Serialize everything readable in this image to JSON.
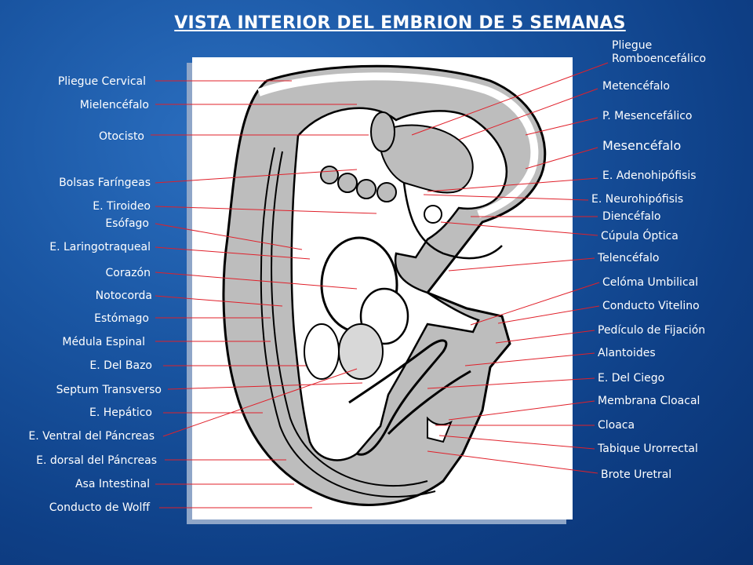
{
  "title": "VISTA INTERIOR DEL EMBRION DE 5 SEMANAS",
  "colors": {
    "background": "#1a56a3",
    "leader_line": "#e0202a",
    "text": "#ffffff",
    "tissue": "#b9b9b9",
    "outline": "#000000"
  },
  "left_labels": [
    "Pliegue Cervical",
    "Mielencéfalo",
    "Otocisto",
    "Bolsas Faríngeas",
    "E. Tiroideo",
    "Esófago",
    "E. Laringotraqueal",
    "Corazón",
    "Notocorda",
    "Estómago",
    "Médula Espinal",
    "E. Del Bazo",
    "Septum Transverso",
    "E. Hepático",
    "E. Ventral del Páncreas",
    "E. dorsal del Páncreas",
    "Asa Intestinal",
    "Conducto de Wolff"
  ],
  "right_labels": {
    "pliegue_rombo_line1": "Pliegue",
    "pliegue_rombo_line2": "Romboencefálico",
    "items": [
      "Metencéfalo",
      "P. Mesencefálico",
      "Mesencéfalo",
      "E. Adenohipófisis",
      "E. Neurohipófisis",
      "Diencéfalo",
      "Cúpula Óptica",
      "Telencéfalo",
      "Celóma Umbilical",
      "Conducto Vitelino",
      "Pedículo de Fijación",
      "Alantoides",
      "E. Del Ciego",
      "Membrana Cloacal",
      "Cloaca",
      "Tabique Urorrectal",
      "Brote Uretral"
    ]
  }
}
